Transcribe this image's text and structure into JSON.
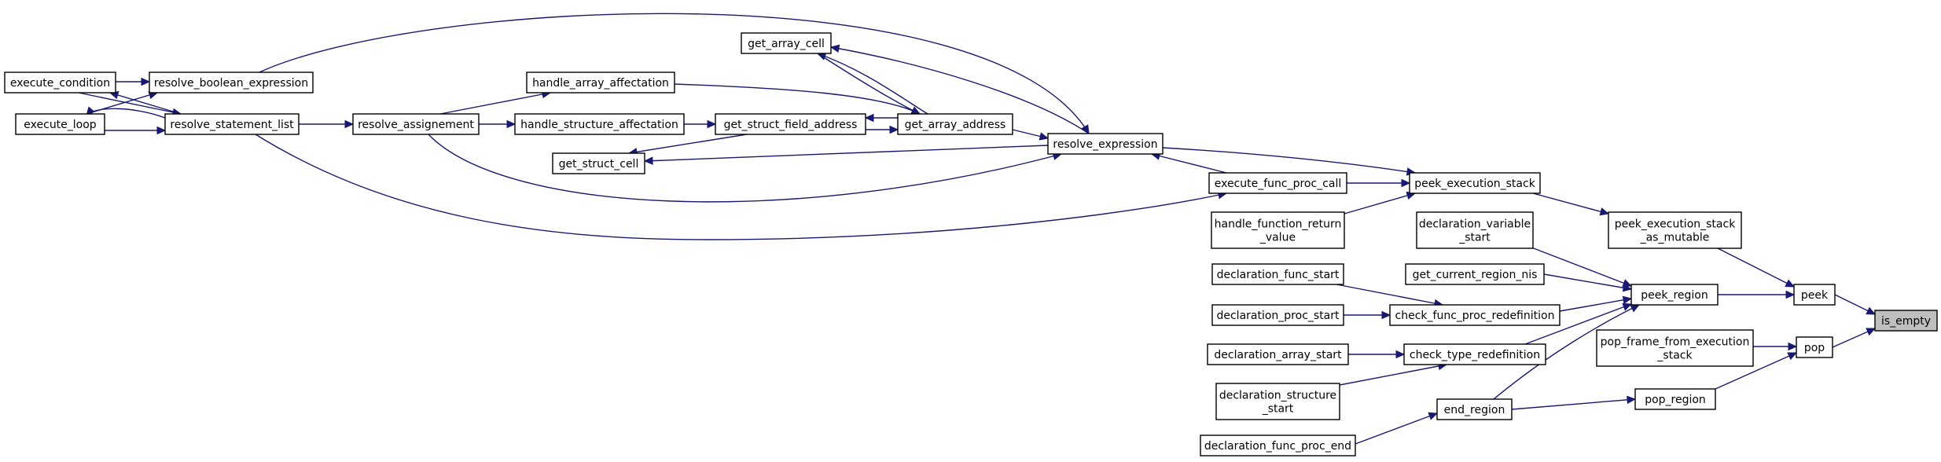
{
  "graph": {
    "colors": {
      "edge": "#191970",
      "node_border": "#000000",
      "highlight_fill": "#bfbfbf",
      "background": "#ffffff"
    },
    "nodes": [
      {
        "id": "execute_condition",
        "label": [
          "execute_condition"
        ]
      },
      {
        "id": "execute_loop",
        "label": [
          "execute_loop"
        ]
      },
      {
        "id": "resolve_boolean_expression",
        "label": [
          "resolve_boolean_expression"
        ]
      },
      {
        "id": "resolve_statement_list",
        "label": [
          "resolve_statement_list"
        ]
      },
      {
        "id": "resolve_assignement",
        "label": [
          "resolve_assignement"
        ]
      },
      {
        "id": "handle_array_affectation",
        "label": [
          "handle_array_affectation"
        ]
      },
      {
        "id": "handle_structure_affectation",
        "label": [
          "handle_structure_affectation"
        ]
      },
      {
        "id": "get_struct_cell",
        "label": [
          "get_struct_cell"
        ]
      },
      {
        "id": "get_struct_field_address",
        "label": [
          "get_struct_field_address"
        ]
      },
      {
        "id": "get_array_cell",
        "label": [
          "get_array_cell"
        ]
      },
      {
        "id": "get_array_address",
        "label": [
          "get_array_address"
        ]
      },
      {
        "id": "resolve_expression",
        "label": [
          "resolve_expression"
        ]
      },
      {
        "id": "execute_func_proc_call",
        "label": [
          "execute_func_proc_call"
        ]
      },
      {
        "id": "handle_function_return_value",
        "label": [
          "handle_function_return",
          "_value"
        ]
      },
      {
        "id": "declaration_func_start",
        "label": [
          "declaration_func_start"
        ]
      },
      {
        "id": "declaration_proc_start",
        "label": [
          "declaration_proc_start"
        ]
      },
      {
        "id": "declaration_array_start",
        "label": [
          "declaration_array_start"
        ]
      },
      {
        "id": "declaration_structure_start",
        "label": [
          "declaration_structure",
          "_start"
        ]
      },
      {
        "id": "declaration_func_proc_end",
        "label": [
          "declaration_func_proc_end"
        ]
      },
      {
        "id": "peek_execution_stack",
        "label": [
          "peek_execution_stack"
        ]
      },
      {
        "id": "declaration_variable_start",
        "label": [
          "declaration_variable",
          "_start"
        ]
      },
      {
        "id": "get_current_region_nis",
        "label": [
          "get_current_region_nis"
        ]
      },
      {
        "id": "check_func_proc_redefinition",
        "label": [
          "check_func_proc_redefinition"
        ]
      },
      {
        "id": "check_type_redefinition",
        "label": [
          "check_type_redefinition"
        ]
      },
      {
        "id": "end_region",
        "label": [
          "end_region"
        ]
      },
      {
        "id": "peek_execution_stack_as_mutable",
        "label": [
          "peek_execution_stack",
          "_as_mutable"
        ]
      },
      {
        "id": "peek_region",
        "label": [
          "peek_region"
        ]
      },
      {
        "id": "pop_frame_from_execution_stack",
        "label": [
          "pop_frame_from_execution",
          "_stack"
        ]
      },
      {
        "id": "pop_region",
        "label": [
          "pop_region"
        ]
      },
      {
        "id": "peek",
        "label": [
          "peek"
        ]
      },
      {
        "id": "pop",
        "label": [
          "pop"
        ]
      },
      {
        "id": "is_empty",
        "label": [
          "is_empty"
        ],
        "highlight": true
      }
    ],
    "edges": [
      {
        "from": "peek",
        "to": "is_empty"
      },
      {
        "from": "pop",
        "to": "is_empty"
      },
      {
        "from": "peek_execution_stack_as_mutable",
        "to": "peek"
      },
      {
        "from": "peek_region",
        "to": "peek"
      },
      {
        "from": "pop_frame_from_execution_stack",
        "to": "pop"
      },
      {
        "from": "pop_region",
        "to": "pop"
      },
      {
        "from": "peek_execution_stack",
        "to": "peek_execution_stack_as_mutable"
      },
      {
        "from": "declaration_variable_start",
        "to": "peek_region"
      },
      {
        "from": "get_current_region_nis",
        "to": "peek_region"
      },
      {
        "from": "check_func_proc_redefinition",
        "to": "peek_region"
      },
      {
        "from": "check_type_redefinition",
        "to": "peek_region"
      },
      {
        "from": "end_region",
        "to": "peek_region"
      },
      {
        "from": "end_region",
        "to": "pop_region"
      },
      {
        "from": "declaration_func_proc_end",
        "to": "end_region"
      },
      {
        "from": "declaration_func_start",
        "to": "check_func_proc_redefinition"
      },
      {
        "from": "declaration_proc_start",
        "to": "check_func_proc_redefinition"
      },
      {
        "from": "declaration_array_start",
        "to": "check_type_redefinition"
      },
      {
        "from": "declaration_structure_start",
        "to": "check_type_redefinition"
      },
      {
        "from": "resolve_expression",
        "to": "peek_execution_stack"
      },
      {
        "from": "execute_func_proc_call",
        "to": "peek_execution_stack"
      },
      {
        "from": "handle_function_return_value",
        "to": "peek_execution_stack"
      },
      {
        "from": "execute_func_proc_call",
        "to": "resolve_expression"
      },
      {
        "from": "resolve_boolean_expression",
        "to": "resolve_expression"
      },
      {
        "from": "resolve_assignement",
        "to": "resolve_expression"
      },
      {
        "from": "get_array_address",
        "to": "resolve_expression"
      },
      {
        "from": "resolve_expression",
        "to": "get_array_cell"
      },
      {
        "from": "resolve_expression",
        "to": "get_struct_cell"
      },
      {
        "from": "resolve_statement_list",
        "to": "execute_func_proc_call"
      },
      {
        "from": "get_array_address",
        "to": "get_array_cell"
      },
      {
        "from": "get_array_cell",
        "to": "get_array_address"
      },
      {
        "from": "get_struct_field_address",
        "to": "get_array_address"
      },
      {
        "from": "get_array_address",
        "to": "get_struct_field_address"
      },
      {
        "from": "handle_array_affectation",
        "to": "get_array_address"
      },
      {
        "from": "handle_structure_affectation",
        "to": "get_struct_field_address"
      },
      {
        "from": "get_struct_field_address",
        "to": "get_struct_cell"
      },
      {
        "from": "resolve_assignement",
        "to": "handle_array_affectation"
      },
      {
        "from": "resolve_assignement",
        "to": "handle_structure_affectation"
      },
      {
        "from": "resolve_statement_list",
        "to": "resolve_assignement"
      },
      {
        "from": "execute_condition",
        "to": "resolve_boolean_expression"
      },
      {
        "from": "execute_loop",
        "to": "resolve_boolean_expression"
      },
      {
        "from": "resolve_statement_list",
        "to": "execute_condition"
      },
      {
        "from": "execute_condition",
        "to": "resolve_statement_list"
      },
      {
        "from": "resolve_statement_list",
        "to": "execute_loop"
      },
      {
        "from": "execute_loop",
        "to": "resolve_statement_list"
      }
    ]
  }
}
